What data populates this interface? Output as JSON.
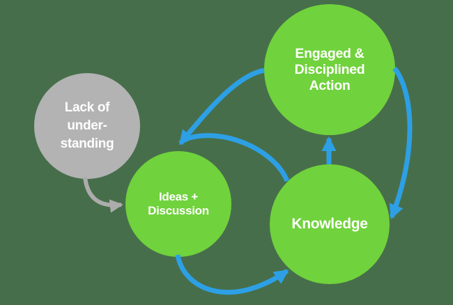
{
  "diagram": {
    "type": "cycle-flow-diagram",
    "colors": {
      "background": "#476E4B",
      "node_green": "#70D23C",
      "node_gray": "#B3B3B3",
      "arrow_blue": "#2DA0E5",
      "arrow_gray": "#ACACAC",
      "label_text": "#FFFFFF"
    },
    "nodes": [
      {
        "id": "lack-of-understanding",
        "color": "gray",
        "lines": [
          "Lack of",
          "under-",
          "standing"
        ]
      },
      {
        "id": "ideas-discussion",
        "color": "green",
        "lines": [
          "Ideas +",
          "Discussion"
        ]
      },
      {
        "id": "engaged-disciplined-action",
        "color": "green",
        "lines": [
          "Engaged &",
          "Disciplined",
          "Action"
        ]
      },
      {
        "id": "knowledge",
        "color": "green",
        "lines": [
          "Knowledge"
        ]
      }
    ],
    "edges": [
      {
        "from": "lack-of-understanding",
        "to": "ideas-discussion",
        "style": "gray"
      },
      {
        "from": "engaged-disciplined-action",
        "to": "ideas-discussion",
        "style": "blue"
      },
      {
        "from": "knowledge",
        "to": "ideas-discussion",
        "style": "blue"
      },
      {
        "from": "ideas-discussion",
        "to": "knowledge",
        "style": "blue"
      },
      {
        "from": "knowledge",
        "to": "engaged-disciplined-action",
        "style": "blue"
      },
      {
        "from": "engaged-disciplined-action",
        "to": "knowledge",
        "style": "blue"
      }
    ]
  }
}
